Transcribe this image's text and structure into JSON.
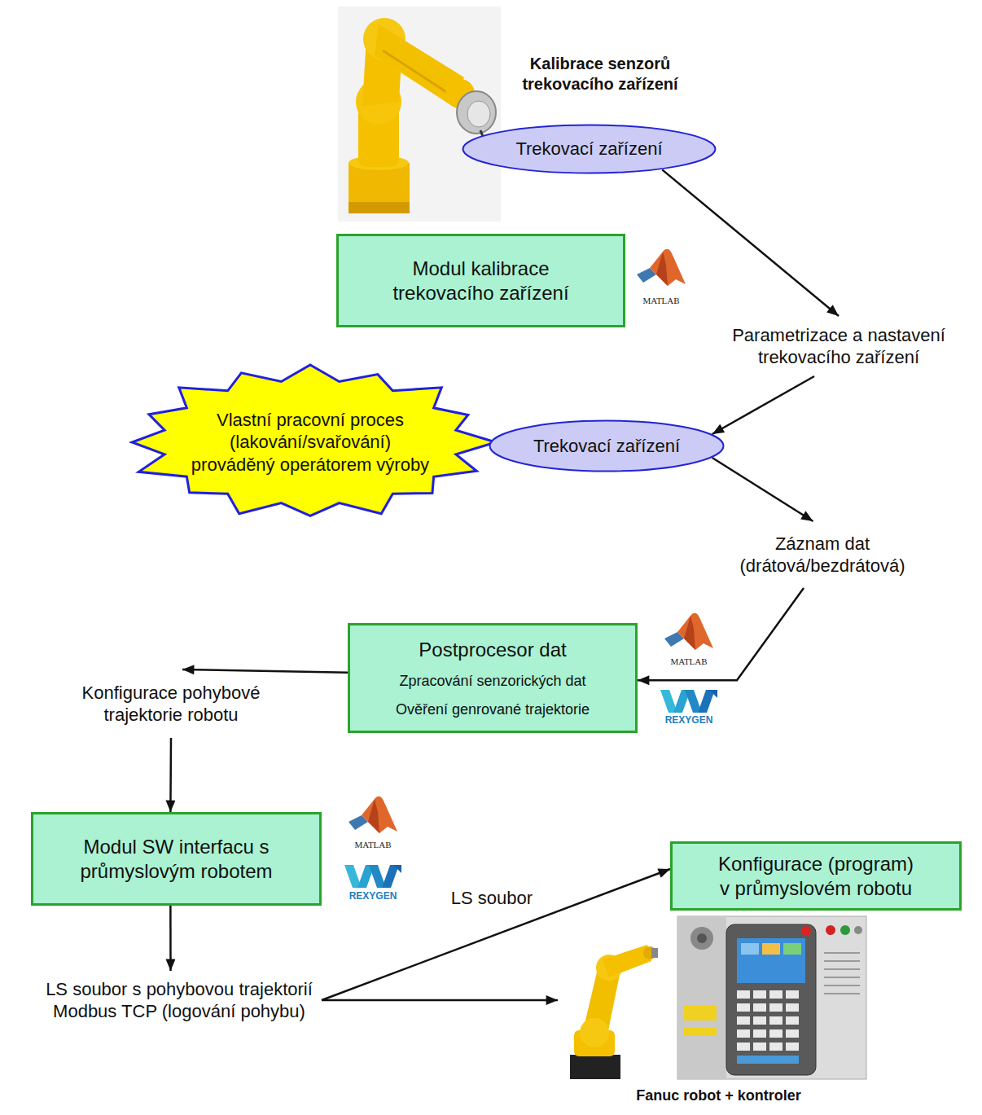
{
  "diagram": {
    "nodes": [
      {
        "text": [
          "Trekovací zařízení"
        ]
      },
      {
        "text": [
          "Modul kalibrace trekovacího zařízení"
        ]
      },
      {
        "text": [
          "Parametrizace a nastavení trekovacího zařízení"
        ]
      },
      {
        "text": [
          "Vlastní pracovní proces (lakování/svařování) prováděný operátorem výroby"
        ]
      },
      {
        "text": [
          "Trekovací zařízení"
        ]
      },
      {
        "text": [
          "Záznam dat (drátová/bezdrátová)"
        ]
      },
      {
        "text": [
          "Postprocesor dat",
          "Zpracování senzorických dat",
          "Ověření genrované trajektorie"
        ]
      },
      {
        "text": [
          "Konfigurace pohybové trajektorie robotu"
        ]
      },
      {
        "text": [
          "Modul SW interfacu s průmyslovým robotem"
        ]
      },
      {
        "text": [
          "Konfigurace (program) v průmyslovém robotu"
        ]
      },
      {
        "text": [
          "LS soubor s pohybovou trajektorií Modbus TCP (logování pohybu)"
        ]
      },
      {
        "text": [
          "Fanuc robot + kontroler"
        ]
      }
    ],
    "edges": [
      {
        "from": 0,
        "to": 2,
        "arrow": "to"
      },
      {
        "from": 2,
        "to": 4,
        "arrow": "to"
      },
      {
        "from": 4,
        "to": 5,
        "arrow": "to"
      },
      {
        "from": 5,
        "to": 6,
        "arrow": "to"
      },
      {
        "from": 6,
        "to": 7,
        "arrow": "to"
      },
      {
        "from": 7,
        "to": 8,
        "arrow": "to"
      },
      {
        "from": 8,
        "to": 10,
        "arrow": "to"
      },
      {
        "from": 10,
        "to": 9,
        "label": "LS soubor",
        "arrow": "to"
      },
      {
        "from": 10,
        "to": 11,
        "arrow": "to"
      }
    ],
    "labels": [
      "Kalibrace senzorů trekovacího zařízení",
      "MATLAB",
      "MATLAB",
      "REXYGEN",
      "MATLAB",
      "REXYGEN"
    ]
  }
}
